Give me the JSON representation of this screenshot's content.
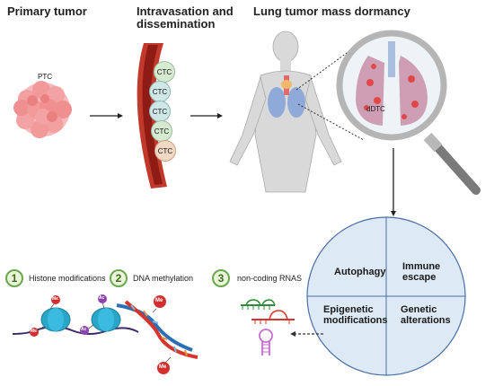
{
  "titles": {
    "primary_tumor": "Primary tumor",
    "intravasation": "Intravasation and dissemination",
    "lung_dormancy": "Lung tumor mass dormancy"
  },
  "labels": {
    "ptc": "PTC",
    "ctc": "CTC",
    "dtc": "dDTC"
  },
  "quadrants": {
    "autophagy": "Autophagy",
    "immune_escape": "Immune escape",
    "epigenetic": "Epigenetic modifications",
    "genetic": "Genetic alterations"
  },
  "mechanisms": [
    {
      "number": "1",
      "label": "Histone modifications"
    },
    {
      "number": "2",
      "label": "DNA methylation"
    },
    {
      "number": "3",
      "label": "non-coding RNAS"
    }
  ],
  "marks": {
    "me": "Me",
    "ac": "Ac"
  },
  "colors": {
    "tumor": "#f4a3a3",
    "vessel": "#c0392b",
    "ctc": "#cfe7e7",
    "circle": "#dde9f5",
    "circle_border": "#4a6fa5",
    "histone": "#2aa6c9",
    "mark_red": "#d32f2f",
    "mark_purple": "#8e44ad",
    "rna_green": "#2e8b3a",
    "rna_red": "#d9342b",
    "rna_pink": "#c86ad6"
  }
}
